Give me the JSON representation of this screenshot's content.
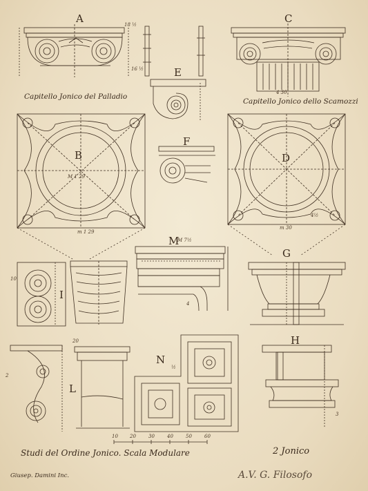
{
  "plate": {
    "labels": {
      "A": "A",
      "B": "B",
      "C": "C",
      "D": "D",
      "E": "E",
      "F": "F",
      "G": "G",
      "H": "H",
      "I": "I",
      "L": "L",
      "M": "M",
      "N": "N"
    },
    "captions": {
      "palladio": "Capitello Jonico del Palladio",
      "scamozzi": "Capitello Jonico dello Scamozzi",
      "title": "Studi del Ordine Jonico. Scala Modulare",
      "ordine": "2 Jonico",
      "engraver": "Giusep. Damini Inc.",
      "signature": "A.V. G. Filosofo"
    },
    "dimensions": {
      "a_top": "18 ½",
      "a_side": "16 ½",
      "b_mod": "m 1 29",
      "b_radius": "M 1 29",
      "c_base": "4 30",
      "d_mod": "m 30",
      "d_side": "4½",
      "m_head": "M 7½",
      "g_top": "4",
      "h_top": "3",
      "scale_1": "10",
      "scale_2": "20",
      "scale_3": "30",
      "scale_4": "40",
      "scale_5": "50",
      "scale_6": "60",
      "l_top": "20",
      "l_side": "2",
      "n_frac": "½",
      "i_side": "10"
    }
  }
}
